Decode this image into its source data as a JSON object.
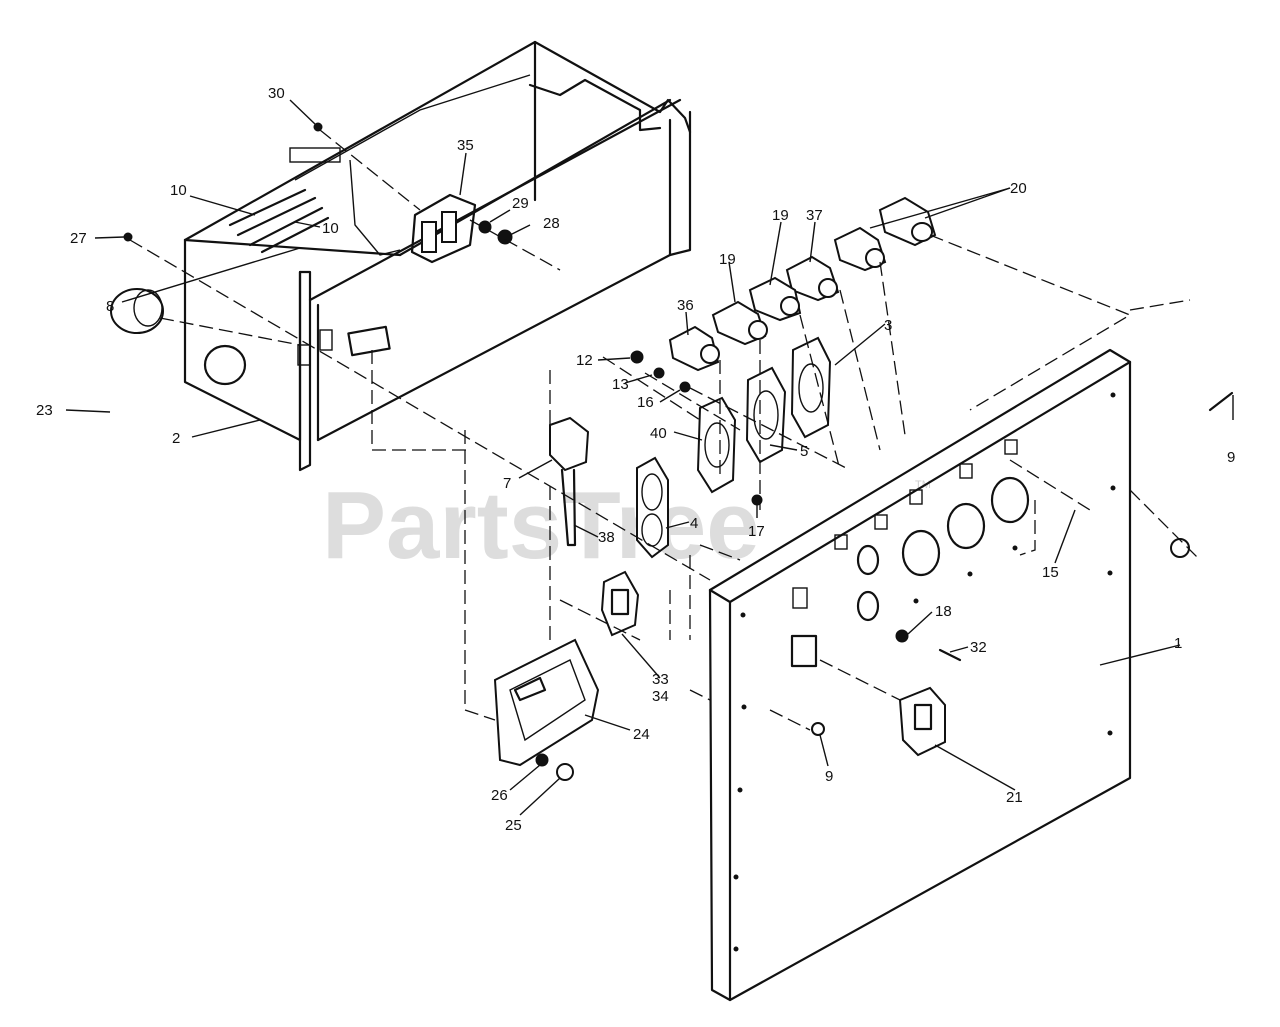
{
  "watermark": "PartsTree",
  "watermark_mark": "TM",
  "callouts": [
    {
      "id": "c30",
      "text": "30"
    },
    {
      "id": "c35",
      "text": "35"
    },
    {
      "id": "c10a",
      "text": "10"
    },
    {
      "id": "c10b",
      "text": "10"
    },
    {
      "id": "c29",
      "text": "29"
    },
    {
      "id": "c28",
      "text": "28"
    },
    {
      "id": "c27",
      "text": "27"
    },
    {
      "id": "c8",
      "text": "8"
    },
    {
      "id": "c23",
      "text": "23"
    },
    {
      "id": "c2",
      "text": "2"
    },
    {
      "id": "c20",
      "text": "20"
    },
    {
      "id": "c19a",
      "text": "19"
    },
    {
      "id": "c37",
      "text": "37"
    },
    {
      "id": "c19b",
      "text": "19"
    },
    {
      "id": "c36",
      "text": "36"
    },
    {
      "id": "c3",
      "text": "3"
    },
    {
      "id": "c12",
      "text": "12"
    },
    {
      "id": "c13",
      "text": "13"
    },
    {
      "id": "c16",
      "text": "16"
    },
    {
      "id": "c40",
      "text": "40"
    },
    {
      "id": "c5",
      "text": "5"
    },
    {
      "id": "c9a",
      "text": "9"
    },
    {
      "id": "c7",
      "text": "7"
    },
    {
      "id": "c17",
      "text": "17"
    },
    {
      "id": "c4",
      "text": "4"
    },
    {
      "id": "c38",
      "text": "38"
    },
    {
      "id": "c15",
      "text": "15"
    },
    {
      "id": "c18",
      "text": "18"
    },
    {
      "id": "c32",
      "text": "32"
    },
    {
      "id": "c1",
      "text": "1"
    },
    {
      "id": "c33",
      "text": "33"
    },
    {
      "id": "c34",
      "text": "34"
    },
    {
      "id": "c24",
      "text": "24"
    },
    {
      "id": "c9b",
      "text": "9"
    },
    {
      "id": "c26",
      "text": "26"
    },
    {
      "id": "c25",
      "text": "25"
    },
    {
      "id": "c21",
      "text": "21"
    }
  ]
}
